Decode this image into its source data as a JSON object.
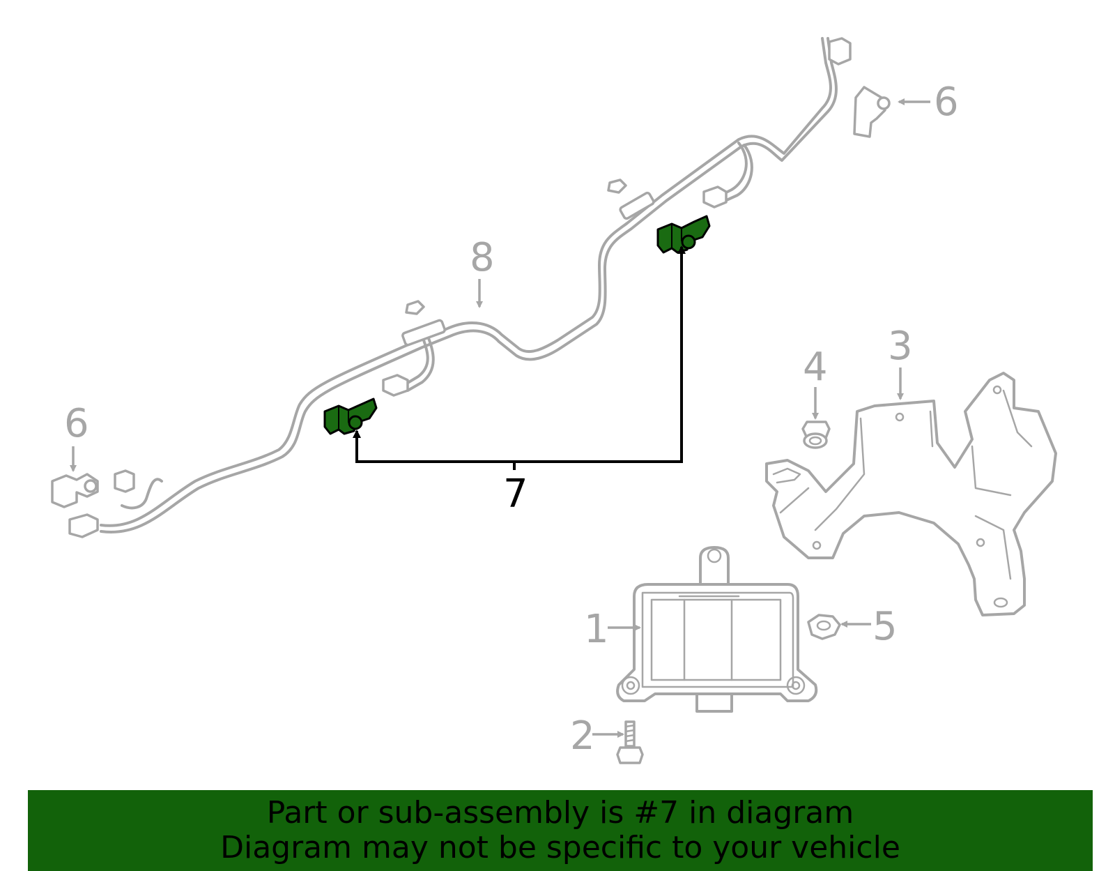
{
  "diagram": {
    "callouts": [
      {
        "id": "1",
        "label": "1"
      },
      {
        "id": "2",
        "label": "2"
      },
      {
        "id": "3",
        "label": "3"
      },
      {
        "id": "4",
        "label": "4"
      },
      {
        "id": "5",
        "label": "5"
      },
      {
        "id": "6a",
        "label": "6"
      },
      {
        "id": "6b",
        "label": "6"
      },
      {
        "id": "7",
        "label": "7"
      },
      {
        "id": "8",
        "label": "8"
      }
    ],
    "highlighted_part": "7",
    "highlight_color": "#1a6b12"
  },
  "banner": {
    "line1": "Part or sub-assembly is #7 in diagram",
    "line2": "Diagram may not be specific to your vehicle",
    "background": "#12620a"
  }
}
